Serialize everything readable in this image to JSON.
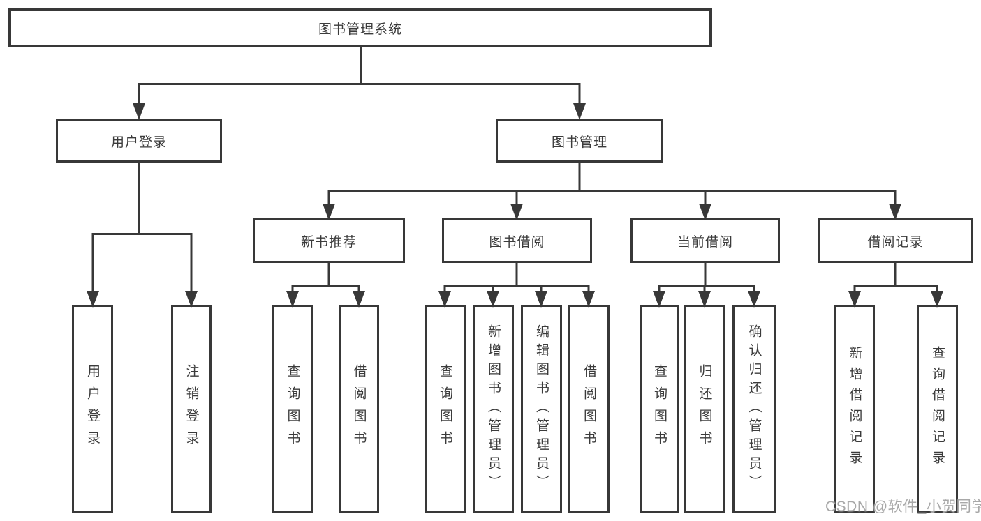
{
  "diagram": {
    "title": "图书管理系统",
    "root": {
      "label": "图书管理系统"
    },
    "level2": {
      "user_login": {
        "label": "用户登录"
      },
      "book_management": {
        "label": "图书管理"
      }
    },
    "level3": {
      "new_book_recommend": {
        "label": "新书推荐"
      },
      "book_borrow": {
        "label": "图书借阅"
      },
      "current_borrow": {
        "label": "当前借阅"
      },
      "borrow_records": {
        "label": "借阅记录"
      }
    },
    "leaves": {
      "user_login": [
        "用户登录",
        "注销登录"
      ],
      "new_book": [
        "查询图书",
        "借阅图书"
      ],
      "borrow": [
        "查询图书",
        "新增图书（管理员）",
        "编辑图书（管理员）",
        "借阅图书"
      ],
      "current": [
        "查询图书",
        "归还图书",
        "确认归还（管理员）"
      ],
      "records": [
        "新增借阅记录",
        "查询借阅记录"
      ]
    }
  },
  "watermark": {
    "text": "CSDN @软件_小贺同学"
  },
  "colors": {
    "line": "#383838",
    "box_border": "#383838",
    "text": "#3b3b3b",
    "background": "#ffffff",
    "watermark_text": "#a8a8a8"
  }
}
